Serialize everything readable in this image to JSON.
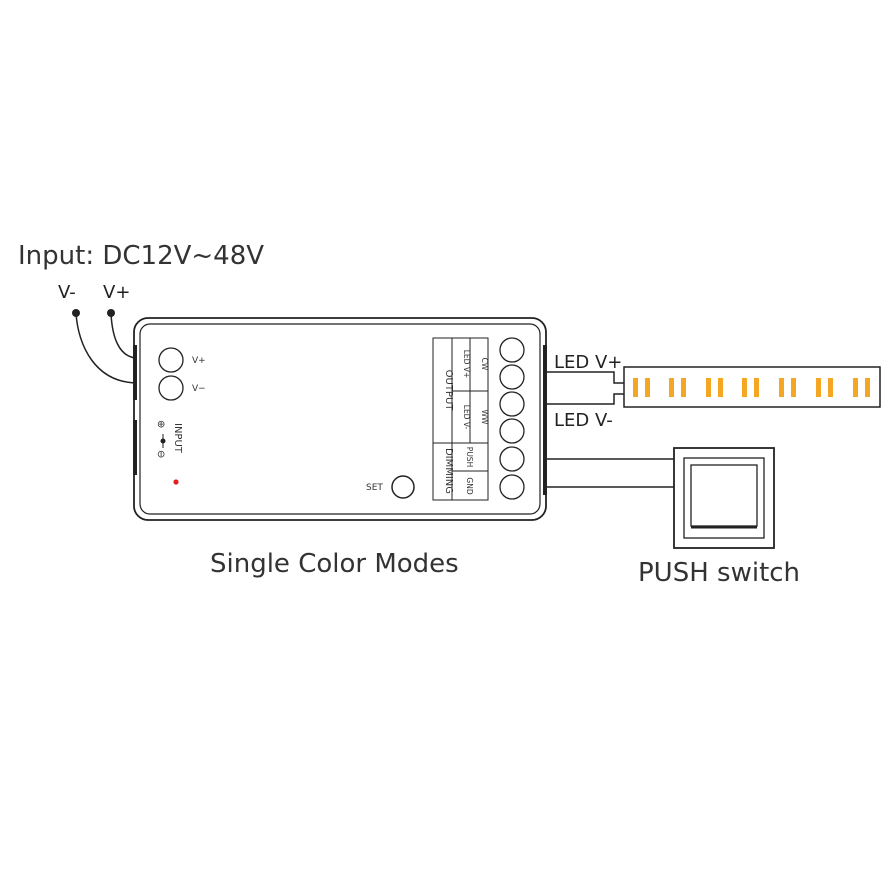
{
  "input": {
    "title": "Input: DC12V~48V",
    "v_minus": "V-",
    "v_plus": "V+"
  },
  "controller": {
    "terminal_vplus": "V+",
    "terminal_vminus": "V−",
    "input_label": "INPUT",
    "input_plus_symbol": "⊕",
    "input_minus_symbol": "⊖",
    "output_header": "OUTPUT",
    "led_vplus": "LED V+",
    "cw": "CW",
    "led_vminus": "LED V-",
    "ww": "WW",
    "dimming_header": "DIMMING",
    "push": "PUSH",
    "gnd": "GND",
    "set": "SET"
  },
  "wires": {
    "led_vplus": "LED V+",
    "led_vminus": "LED V-"
  },
  "push_switch_label": "PUSH switch",
  "caption": "Single Color Modes",
  "colors": {
    "line": "#222222",
    "led": "#f5a623",
    "indicator": "#e02020"
  }
}
